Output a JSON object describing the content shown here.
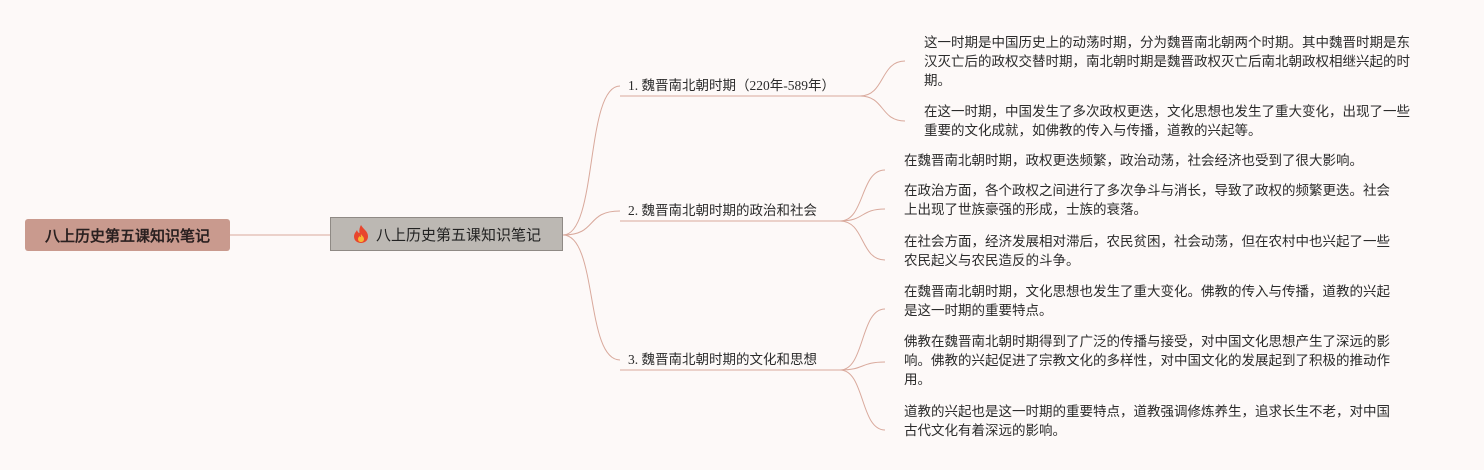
{
  "root": {
    "label": "八上历史第五课知识笔记"
  },
  "center": {
    "icon": "fire-icon",
    "label": "八上历史第五课知识笔记"
  },
  "branches": [
    {
      "label": "1. 魏晋南北朝时期（220年-589年）",
      "items": [
        "这一时期是中国历史上的动荡时期，分为魏晋南北朝两个时期。其中魏晋时期是东汉灭亡后的政权交替时期，南北朝时期是魏晋政权灭亡后南北朝政权相继兴起的时期。",
        "在这一时期，中国发生了多次政权更迭，文化思想也发生了重大变化，出现了一些重要的文化成就，如佛教的传入与传播，道教的兴起等。"
      ]
    },
    {
      "label": "2. 魏晋南北朝时期的政治和社会",
      "items": [
        "在魏晋南北朝时期，政权更迭频繁，政治动荡，社会经济也受到了很大影响。",
        "在政治方面，各个政权之间进行了多次争斗与消长，导致了政权的频繁更迭。社会上出现了世族豪强的形成，士族的衰落。",
        "在社会方面，经济发展相对滞后，农民贫困，社会动荡，但在农村中也兴起了一些农民起义与农民造反的斗争。"
      ]
    },
    {
      "label": "3. 魏晋南北朝时期的文化和思想",
      "items": [
        "在魏晋南北朝时期，文化思想也发生了重大变化。佛教的传入与传播，道教的兴起是这一时期的重要特点。",
        "佛教在魏晋南北朝时期得到了广泛的传播与接受，对中国文化思想产生了深远的影响。佛教的兴起促进了宗教文化的多样性，对中国文化的发展起到了积极的推动作用。",
        "道教的兴起也是这一时期的重要特点，道教强调修炼养生，追求长生不老，对中国古代文化有着深远的影响。"
      ]
    }
  ],
  "colors": {
    "root_fill": "#c99a8e",
    "center_fill": "#bcb8b3",
    "connector": "#d9a99c",
    "background": "#fdf9f8"
  }
}
